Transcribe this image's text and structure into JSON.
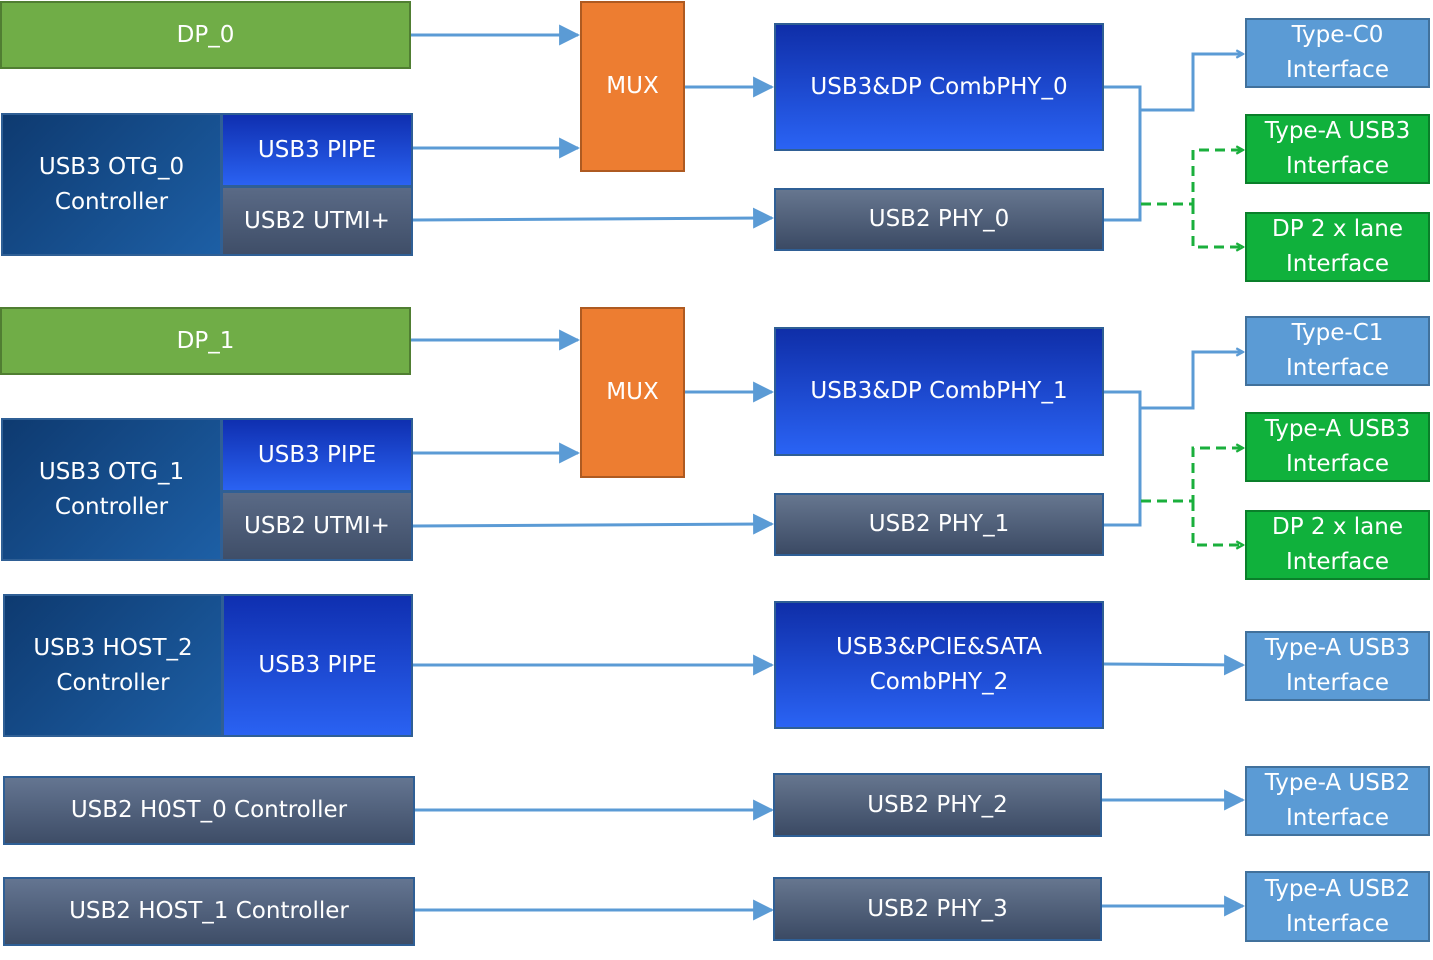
{
  "group0": {
    "dp": "DP_0",
    "controller": "USB3 OTG_0\nController",
    "pipe": "USB3 PIPE",
    "utmi": "USB2 UTMI+",
    "mux": "MUX",
    "combphy": "USB3&DP CombPHY_0",
    "usb2phy": "USB2 PHY_0",
    "typec": "Type-C0\nInterface",
    "typea": "Type-A USB3\nInterface",
    "dplane": "DP 2 x lane\nInterface"
  },
  "group1": {
    "dp": "DP_1",
    "controller": "USB3 OTG_1\nController",
    "pipe": "USB3 PIPE",
    "utmi": "USB2 UTMI+",
    "mux": "MUX",
    "combphy": "USB3&DP CombPHY_1",
    "usb2phy": "USB2 PHY_1",
    "typec": "Type-C1\nInterface",
    "typea": "Type-A USB3\nInterface",
    "dplane": "DP 2 x lane\nInterface"
  },
  "group2": {
    "controller": "USB3 HOST_2\nController",
    "pipe": "USB3 PIPE",
    "combphy": "USB3&PCIE&SATA\nCombPHY_2",
    "typea": "Type-A USB3\nInterface"
  },
  "group3": {
    "controller": "USB2 H0ST_0 Controller",
    "phy": "USB2 PHY_2",
    "interface": "Type-A USB2\nInterface"
  },
  "group4": {
    "controller": "USB2 HOST_1 Controller",
    "phy": "USB2 PHY_3",
    "interface": "Type-A USB2\nInterface"
  },
  "colors": {
    "wire": "#5b9bd5",
    "dashed_wire": "#1aaf3c"
  }
}
